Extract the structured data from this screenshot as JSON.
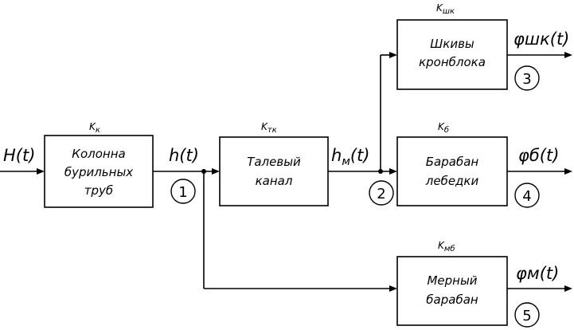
{
  "blocks": {
    "kolonna": {
      "lines": [
        "Колонна",
        "бурильных",
        "труб"
      ],
      "gain": "K",
      "gain_sub": "к"
    },
    "talevy": {
      "lines": [
        "Талевый",
        "канал"
      ],
      "gain": "K",
      "gain_sub": "тк"
    },
    "shkivy": {
      "lines": [
        "Шкивы",
        "кронблока"
      ],
      "gain": "K",
      "gain_sub": "шк"
    },
    "baraban": {
      "lines": [
        "Барабан",
        "лебедки"
      ],
      "gain": "K",
      "gain_sub": "б"
    },
    "merny": {
      "lines": [
        "Мерный",
        "барабан"
      ],
      "gain": "K",
      "gain_sub": "мб"
    }
  },
  "signals": {
    "H": "H(t)",
    "h": "h(t)",
    "hm_base": "h",
    "hm_sub": "м",
    "hm_tail": "(t)",
    "phi_shk": "φшк(t)",
    "phi_b": "φб(t)",
    "phi_m": "φм(t)"
  },
  "nodes": [
    "1",
    "2",
    "3",
    "4",
    "5"
  ]
}
